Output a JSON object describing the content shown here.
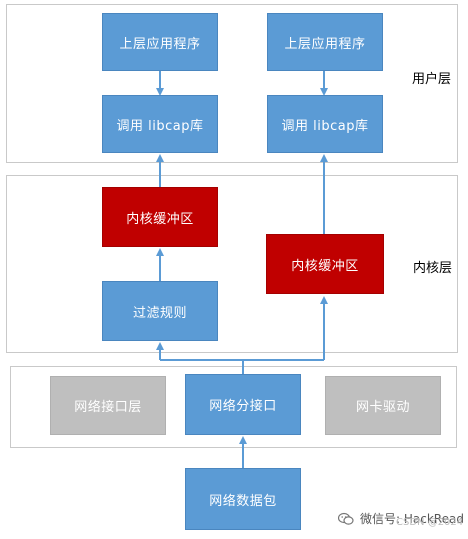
{
  "layers": {
    "user": {
      "label": "用户层"
    },
    "kernel": {
      "label": "内核层"
    },
    "device": {
      "label": ""
    }
  },
  "nodes": {
    "app_left": "上层应用程序",
    "app_right": "上层应用程序",
    "libcap_left": "调用 libcap库",
    "libcap_right": "调用 libcap库",
    "buffer_left": "内核缓冲区",
    "buffer_right": "内核缓冲区",
    "filter": "过滤规则",
    "net_interface_layer": "网络接口层",
    "net_splitter": "网络分接口",
    "nic_driver": "网卡驱动",
    "packet": "网络数据包"
  },
  "colors": {
    "blue": "#5b9bd5",
    "red": "#c00000",
    "gray": "#bfbfbf",
    "arrow": "#5b9bd5"
  },
  "watermark": {
    "text": "微信号: HackRead",
    "overlay": "CSDN @2024"
  }
}
